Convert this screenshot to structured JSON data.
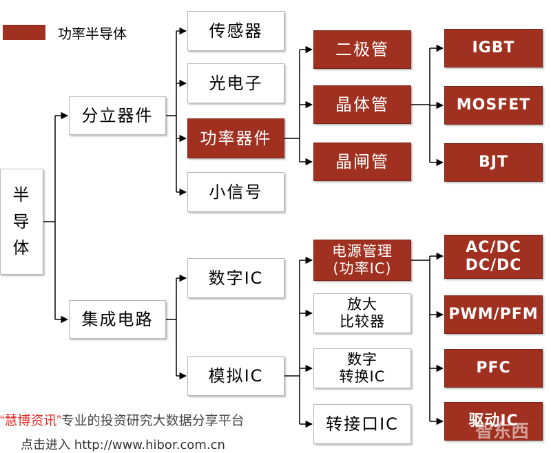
{
  "legend": {
    "label": "功率半导体",
    "color": "#a0301f"
  },
  "nodes": {
    "root": "半\n导\n体",
    "discrete": "分立器件",
    "ic": "集成电路",
    "sensor": "传感器",
    "optoelectronic": "光电子",
    "power_device": "功率器件",
    "small_signal": "小信号",
    "diode": "二极管",
    "transistor": "晶体管",
    "thyristor": "晶闸管",
    "igbt": "IGBT",
    "mosfet": "MOSFET",
    "bjt": "BJT",
    "digital_ic": "数字IC",
    "analog_ic": "模拟IC",
    "power_mgmt": "电源管理\n(功率IC)",
    "amp_comp": "放大\n比较器",
    "data_conv": "数字\n转换IC",
    "interface_ic": "转接口IC",
    "acdc": "AC/DC\nDC/DC",
    "pwm": "PWM/PFM",
    "pfc": "PFC",
    "driver_ic": "驱动IC"
  },
  "footer": {
    "brand": "“慧博资讯”",
    "slogan": "专业的投资研究大数据分享平台",
    "url": "点击进入 http://www.hibor.com.cn"
  },
  "watermark": "智东西"
}
